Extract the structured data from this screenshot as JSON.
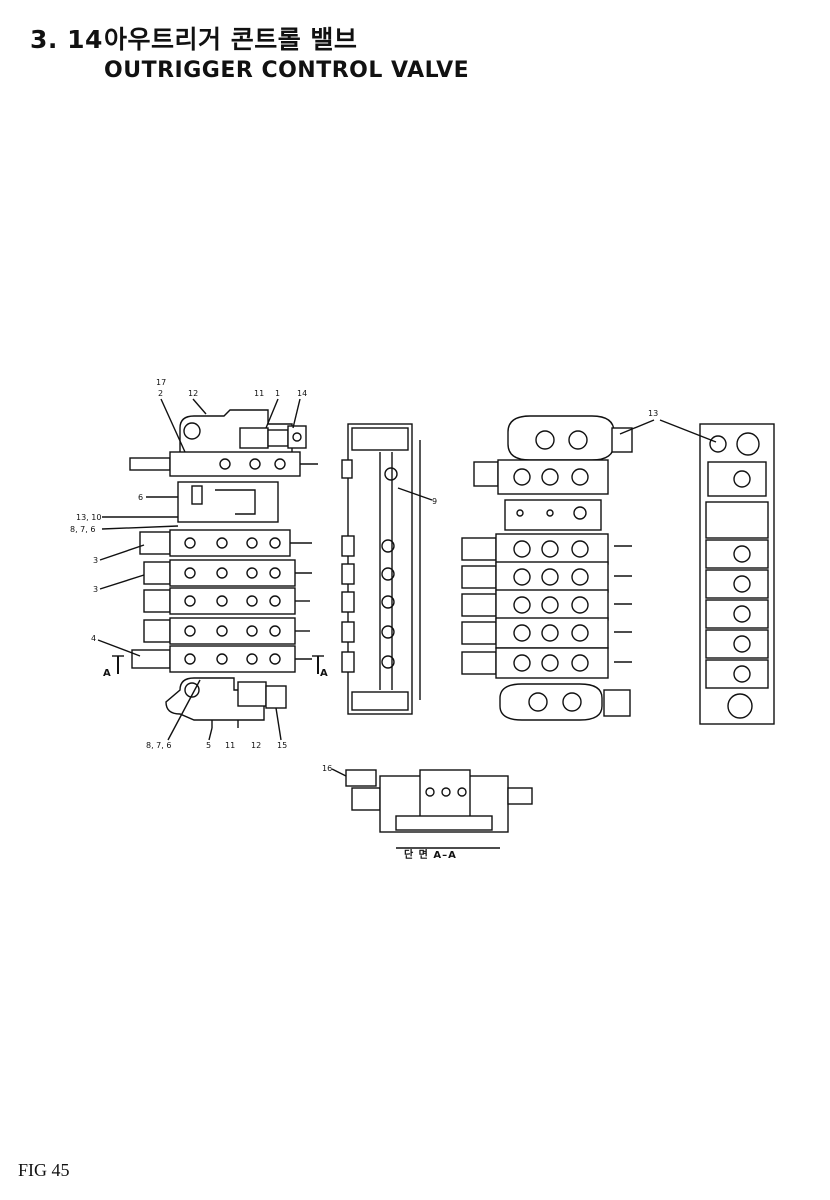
{
  "header": {
    "section_number": "3. 14",
    "title_korean": "아우트리거 콘트롤 밸브",
    "title_english": "OUTRIGGER CONTROL VALVE"
  },
  "figure_label": "FIG 45",
  "section_view_label": "단 면  A–A",
  "section_markers": {
    "left": "A",
    "right": "A"
  },
  "callouts": {
    "c17": "17",
    "c2": "2",
    "c12_top": "12",
    "c11_top": "11",
    "c1": "1",
    "c14": "14",
    "c6": "6",
    "c13_10": "13, 10",
    "c8_7_6_top": "8, 7, 6",
    "c3_a": "3",
    "c3_b": "3",
    "c4": "4",
    "c8_7_6_bot": "8, 7, 6",
    "c5": "5",
    "c11_bot": "11",
    "c12_bot": "12",
    "c15": "15",
    "c9": "9",
    "c13_right": "13",
    "c16": "16"
  }
}
